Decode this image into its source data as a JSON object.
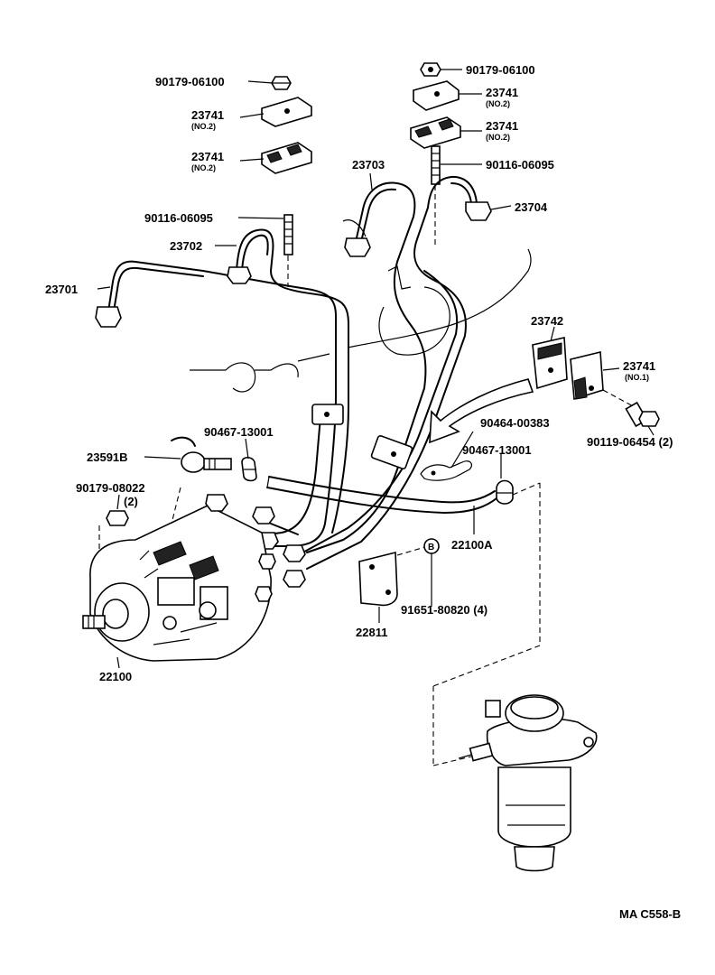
{
  "diagram": {
    "reference_code": "MA C558-B",
    "labels": {
      "nut_left": "90179-06100",
      "nut_right": "90179-06100",
      "clamp_left_upper": "23741",
      "clamp_left_upper_sub": "(NO.2)",
      "clamp_left_lower": "23741",
      "clamp_left_lower_sub": "(NO.2)",
      "clamp_right_upper": "23741",
      "clamp_right_upper_sub": "(NO.2)",
      "clamp_right_lower": "23741",
      "clamp_right_lower_sub": "(NO.2)",
      "stud_right": "90116-06095",
      "stud_left": "90116-06095",
      "pipe_23703": "23703",
      "pipe_23704": "23704",
      "pipe_23702": "23702",
      "pipe_23701": "23701",
      "clamp_23742": "23742",
      "clamp_23741_no1": "23741",
      "clamp_23741_no1_sub": "(NO.1)",
      "bolt_90119": "90119-06454  (2)",
      "clip_90464": "90464-00383",
      "clip_90467_left": "90467-13001",
      "clip_90467_right": "90467-13001",
      "hose_23591b": "23591B",
      "nut_90179_08022": "90179-08022",
      "nut_90179_08022_qty": "(2)",
      "hose_22100a": "22100A",
      "bolt_91651": "91651-80820  (4)",
      "bolt_marker": "B",
      "bracket_22811": "22811",
      "pump_22100": "22100"
    }
  }
}
